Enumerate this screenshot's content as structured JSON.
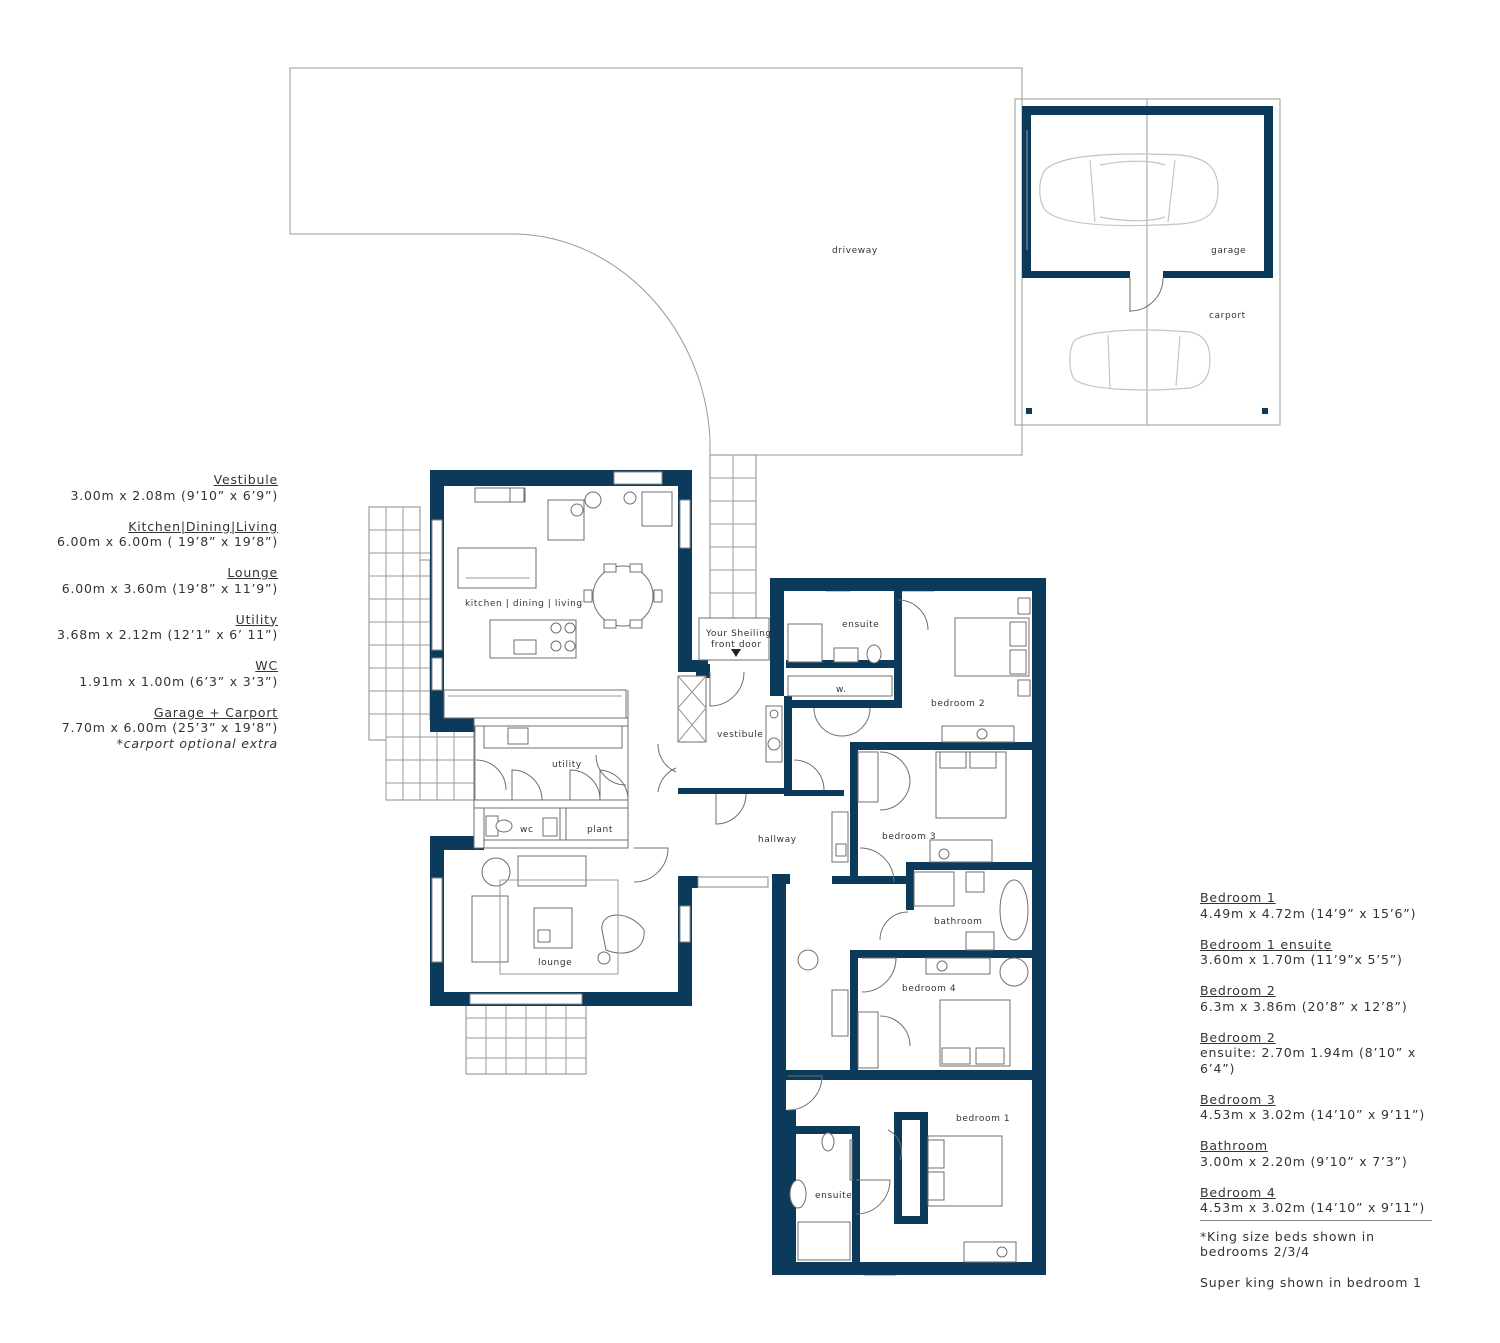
{
  "rooms": {
    "driveway": "driveway",
    "garage": "garage",
    "carport": "carport",
    "kitchen": "kitchen | dining | living",
    "utility": "utility",
    "wc": "wc",
    "plant": "plant",
    "lounge": "lounge",
    "vestibule": "vestibule",
    "hallway": "hallway",
    "ensuite_2": "ensuite",
    "bedroom_2": "bedroom 2",
    "bedroom_3": "bedroom 3",
    "bathroom": "bathroom",
    "bedroom_4": "bedroom 4",
    "bedroom_1": "bedroom 1",
    "ensuite_1": "ensuite",
    "front_door_line1": "Your Sheiling",
    "front_door_line2": "front door",
    "wardrobe_mark": "w."
  },
  "left_legend": [
    {
      "title": "Vestibule",
      "size": "3.00m x 2.08m (9’10” x 6’9”)"
    },
    {
      "title": "Kitchen|Dining|Living",
      "size": "6.00m x 6.00m ( 19’8” x 19’8”)"
    },
    {
      "title": "Lounge",
      "size": "6.00m x 3.60m (19’8” x 11’9”)"
    },
    {
      "title": "Utility",
      "size": "3.68m x 2.12m (12’1” x 6’ 11”)"
    },
    {
      "title": "WC",
      "size": "1.91m x 1.00m (6’3” x 3’3”)"
    },
    {
      "title": "Garage + Carport",
      "size": "7.70m x 6.00m (25’3” x 19’8”)",
      "note": "*carport optional extra"
    }
  ],
  "right_legend": [
    {
      "title": "Bedroom 1",
      "size": "4.49m x 4.72m (14’9” x 15’6”)"
    },
    {
      "title": "Bedroom 1 ensuite",
      "size": "3.60m x 1.70m (11’9”x 5’5”)"
    },
    {
      "title": "Bedroom 2",
      "size": "6.3m x 3.86m (20’8” x 12’8”)"
    },
    {
      "title": "Bedroom 2",
      "size": "ensuite: 2.70m 1.94m (8’10” x 6’4”)"
    },
    {
      "title": "Bedroom 3",
      "size": "4.53m x 3.02m (14’10” x 9’11”)"
    },
    {
      "title": "Bathroom",
      "size": "3.00m x 2.20m (9’10” x 7’3”)"
    },
    {
      "title": "Bedroom 4",
      "size": "4.53m x 3.02m (14’10” x 9’11”)"
    }
  ],
  "notes": {
    "beds_line1": "*King size beds shown in",
    "beds_line2": "bedrooms 2/3/4",
    "super_king": "Super king shown in bedroom 1"
  },
  "colors": {
    "wall": "#0b3a5a",
    "outline": "#9a9a9a",
    "fixture": "#6f6f6f"
  }
}
